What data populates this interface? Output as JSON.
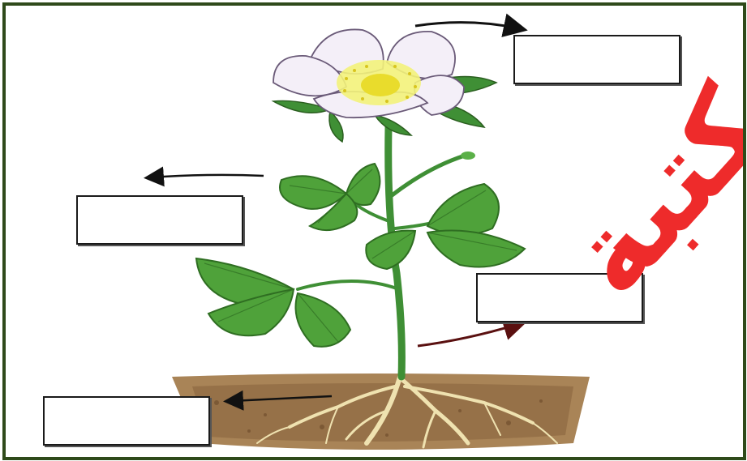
{
  "labels": [
    {
      "id": "flower",
      "value": ""
    },
    {
      "id": "leaf",
      "value": ""
    },
    {
      "id": "stem",
      "value": ""
    },
    {
      "id": "root",
      "value": ""
    }
  ],
  "watermark": {
    "text": "مكتبة",
    "color": "#ee2b2b"
  },
  "colors": {
    "frame": "#2f4a1a",
    "petal": "#f3eef7",
    "flower_center": "#f1ee5a",
    "leaf": "#4fa23a",
    "stem": "#3f8f35",
    "soil": "#9b7a4f",
    "root": "#f2e7b8"
  }
}
